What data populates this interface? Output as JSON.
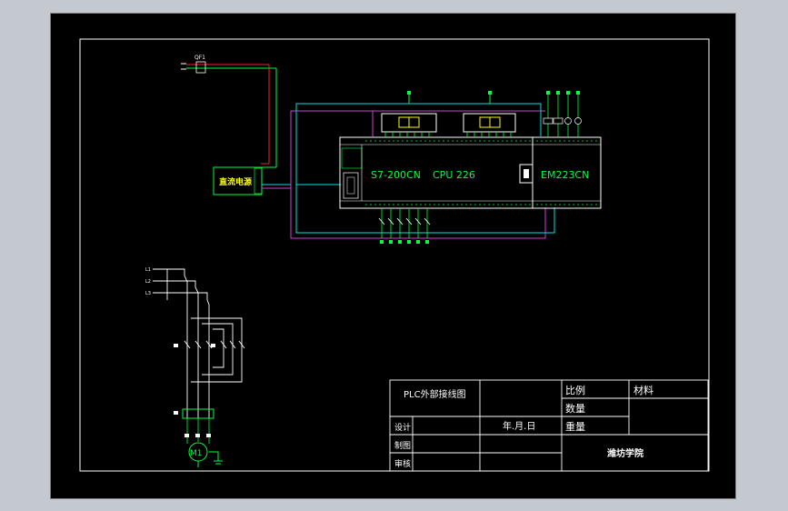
{
  "drawing": {
    "plc_label": "S7-200CN",
    "cpu_label": "CPU 226",
    "expansion_label": "EM223CN",
    "power_supply_label": "直流电源",
    "breaker_label": "QF1",
    "motor_label": "M1",
    "phase_labels": [
      "L1",
      "L2",
      "L3"
    ]
  },
  "title_block": {
    "drawing_title": "PLC外部接线图",
    "scale_label": "比例",
    "material_label": "材料",
    "quantity_label": "数量",
    "weight_label": "重量",
    "design_label": "设计",
    "date_label": "年.月.日",
    "draft_label": "制图",
    "review_label": "审核",
    "school": "潍坊学院"
  },
  "colors": {
    "background": "#c4c8cf",
    "sheet": "#000000",
    "frame": "#ffffff",
    "green": "#00ff3c",
    "cyan": "#00e0e0",
    "magenta": "#d040d0",
    "red": "#ff2020",
    "yellow": "#ffff00"
  }
}
